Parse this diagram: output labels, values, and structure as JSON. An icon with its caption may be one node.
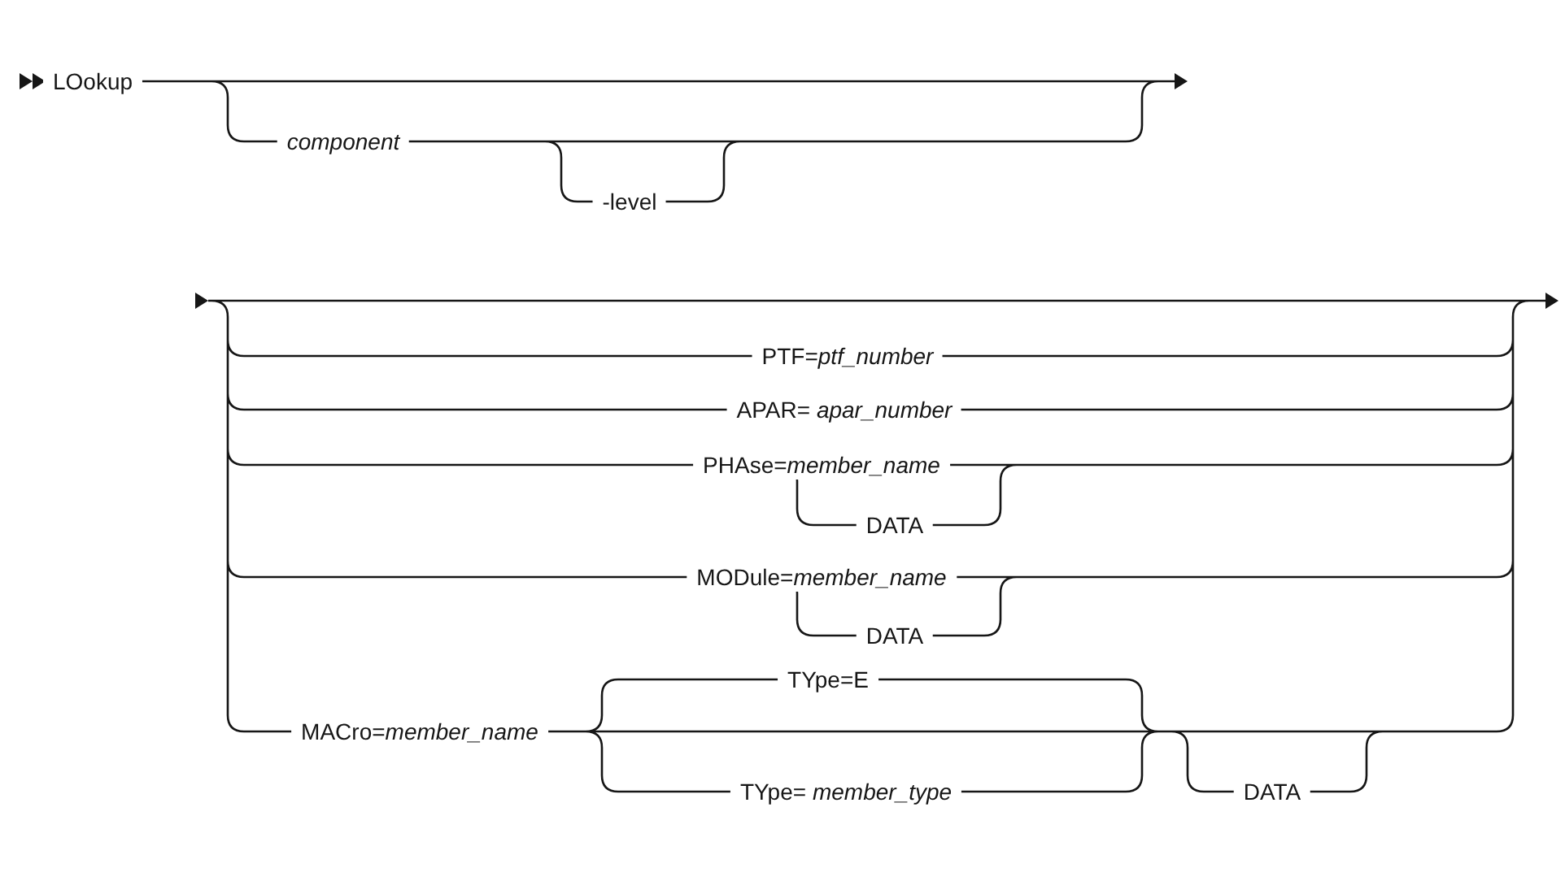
{
  "diagram": {
    "labels": [
      "LOokup",
      "component",
      "-level",
      "PTF=*ptf_number*",
      "APAR= *apar_number*",
      "PHAse=*member_name*",
      "DATA",
      "MODule=*member_name*",
      "DATA",
      "MACro=*member_name*",
      "TYpe=E",
      "TYpe= *member_type*",
      "DATA"
    ]
  }
}
